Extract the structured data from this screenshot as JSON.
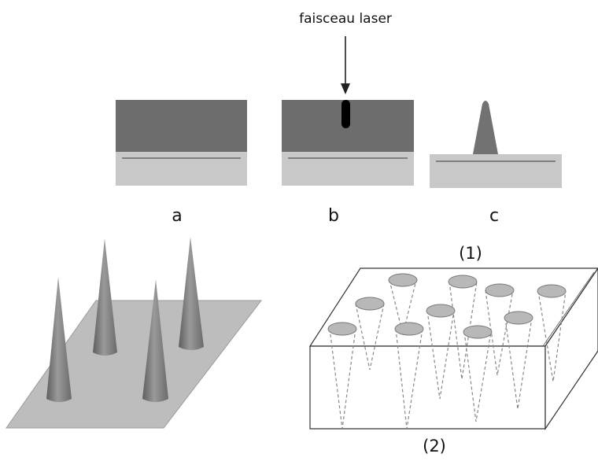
{
  "top_panel": {
    "laser_label": "faisceau laser",
    "steps": [
      {
        "label": "a"
      },
      {
        "label": "b"
      },
      {
        "label": "c"
      }
    ]
  },
  "bottom_right_panel": {
    "top_face_label": "(1)",
    "bottom_face_label": "(2)"
  },
  "colors": {
    "film_dark": "#6d6d6d",
    "substrate_light": "#c8c8c8",
    "laser_mark": "#000000",
    "cone_gray": "#7a7a7a",
    "plate_gray": "#bdbdbd",
    "ellipse_fill": "#b8b8b8"
  }
}
